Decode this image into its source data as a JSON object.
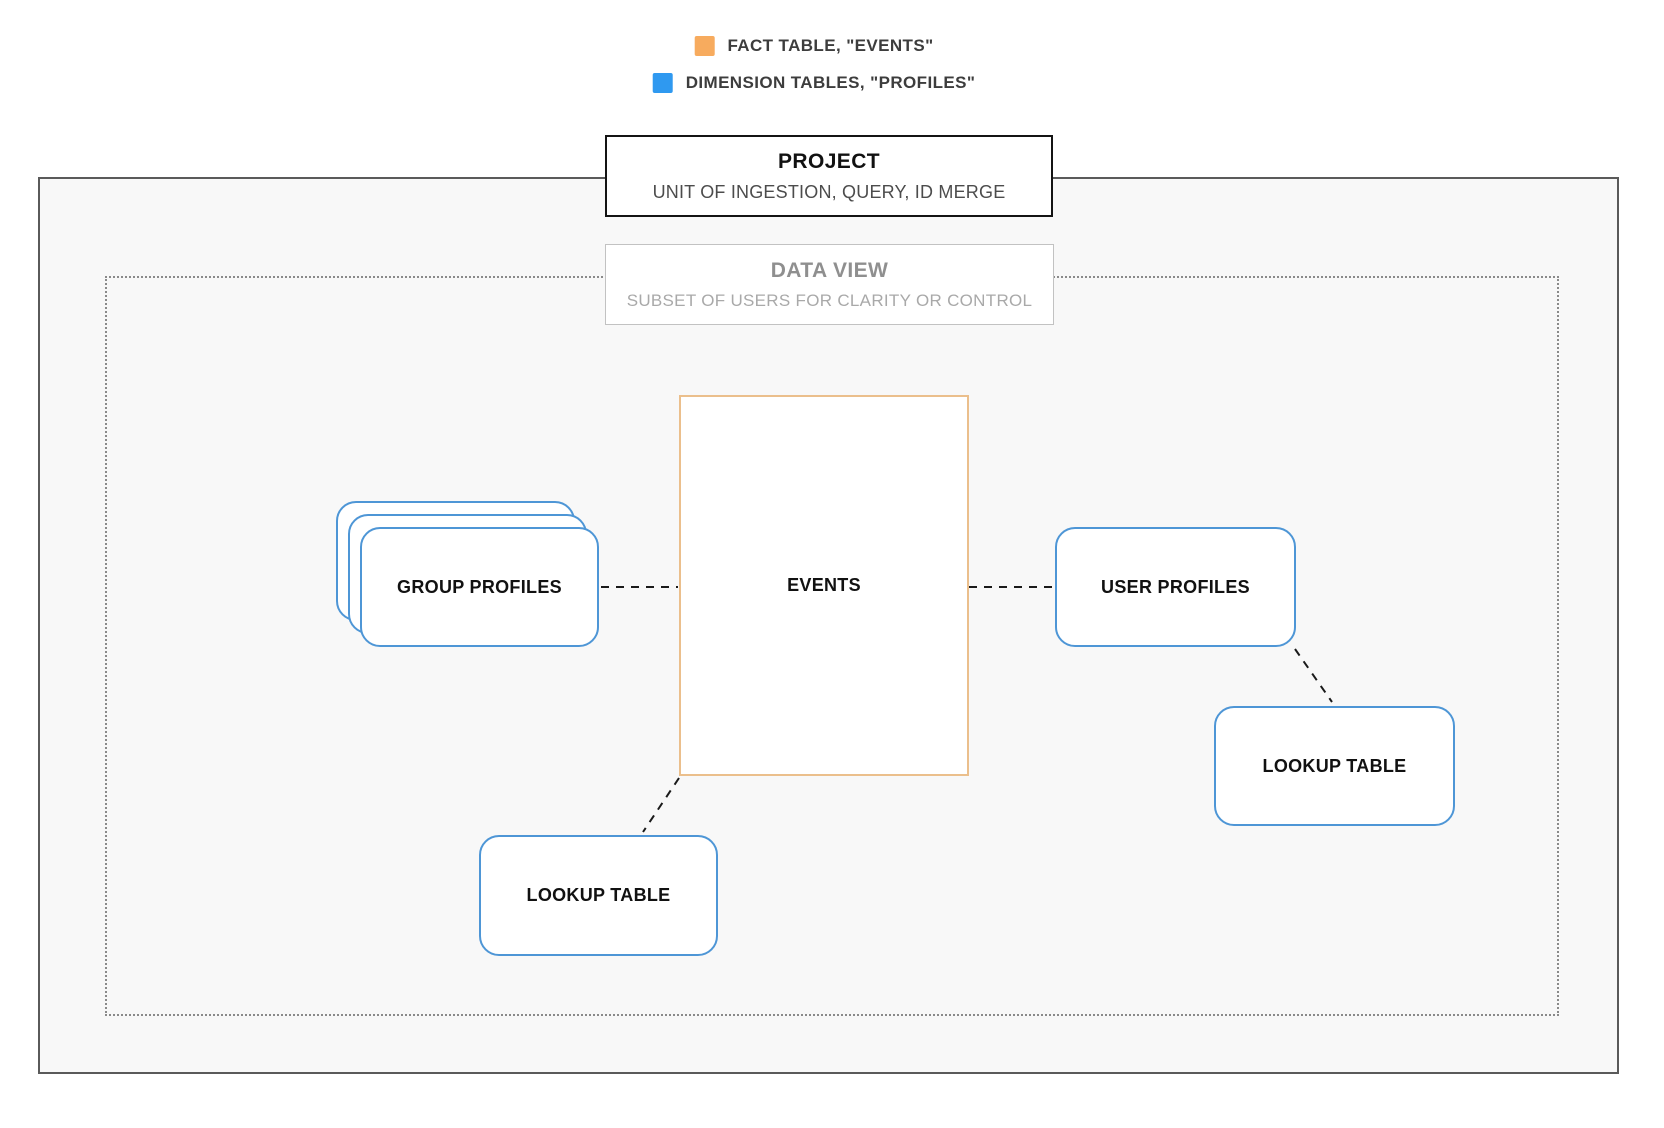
{
  "legend": {
    "items": [
      {
        "name": "fact-table",
        "label": "FACT TABLE, \"EVENTS\"",
        "color": "#F7AB5E"
      },
      {
        "name": "dimension-tables",
        "label": "DIMENSION TABLES, \"PROFILES\"",
        "color": "#2F99F0"
      }
    ]
  },
  "project": {
    "title": "PROJECT",
    "subtitle": "UNIT OF INGESTION, QUERY, ID MERGE"
  },
  "data_view": {
    "title": "DATA VIEW",
    "subtitle": "SUBSET OF USERS FOR CLARITY OR CONTROL"
  },
  "nodes": {
    "events": {
      "label": "EVENTS"
    },
    "group_profiles": {
      "label": "GROUP PROFILES"
    },
    "user_profiles": {
      "label": "USER PROFILES"
    },
    "lookup_left": {
      "label": "LOOKUP TABLE"
    },
    "lookup_right": {
      "label": "LOOKUP TABLE"
    }
  },
  "colors": {
    "fact_orange": "#F7AB5E",
    "dimension_blue": "#2F99F0",
    "card_border_blue": "#4E96D6",
    "events_border_orange": "#EBBF8C",
    "connector_black": "#1A1A1A"
  }
}
